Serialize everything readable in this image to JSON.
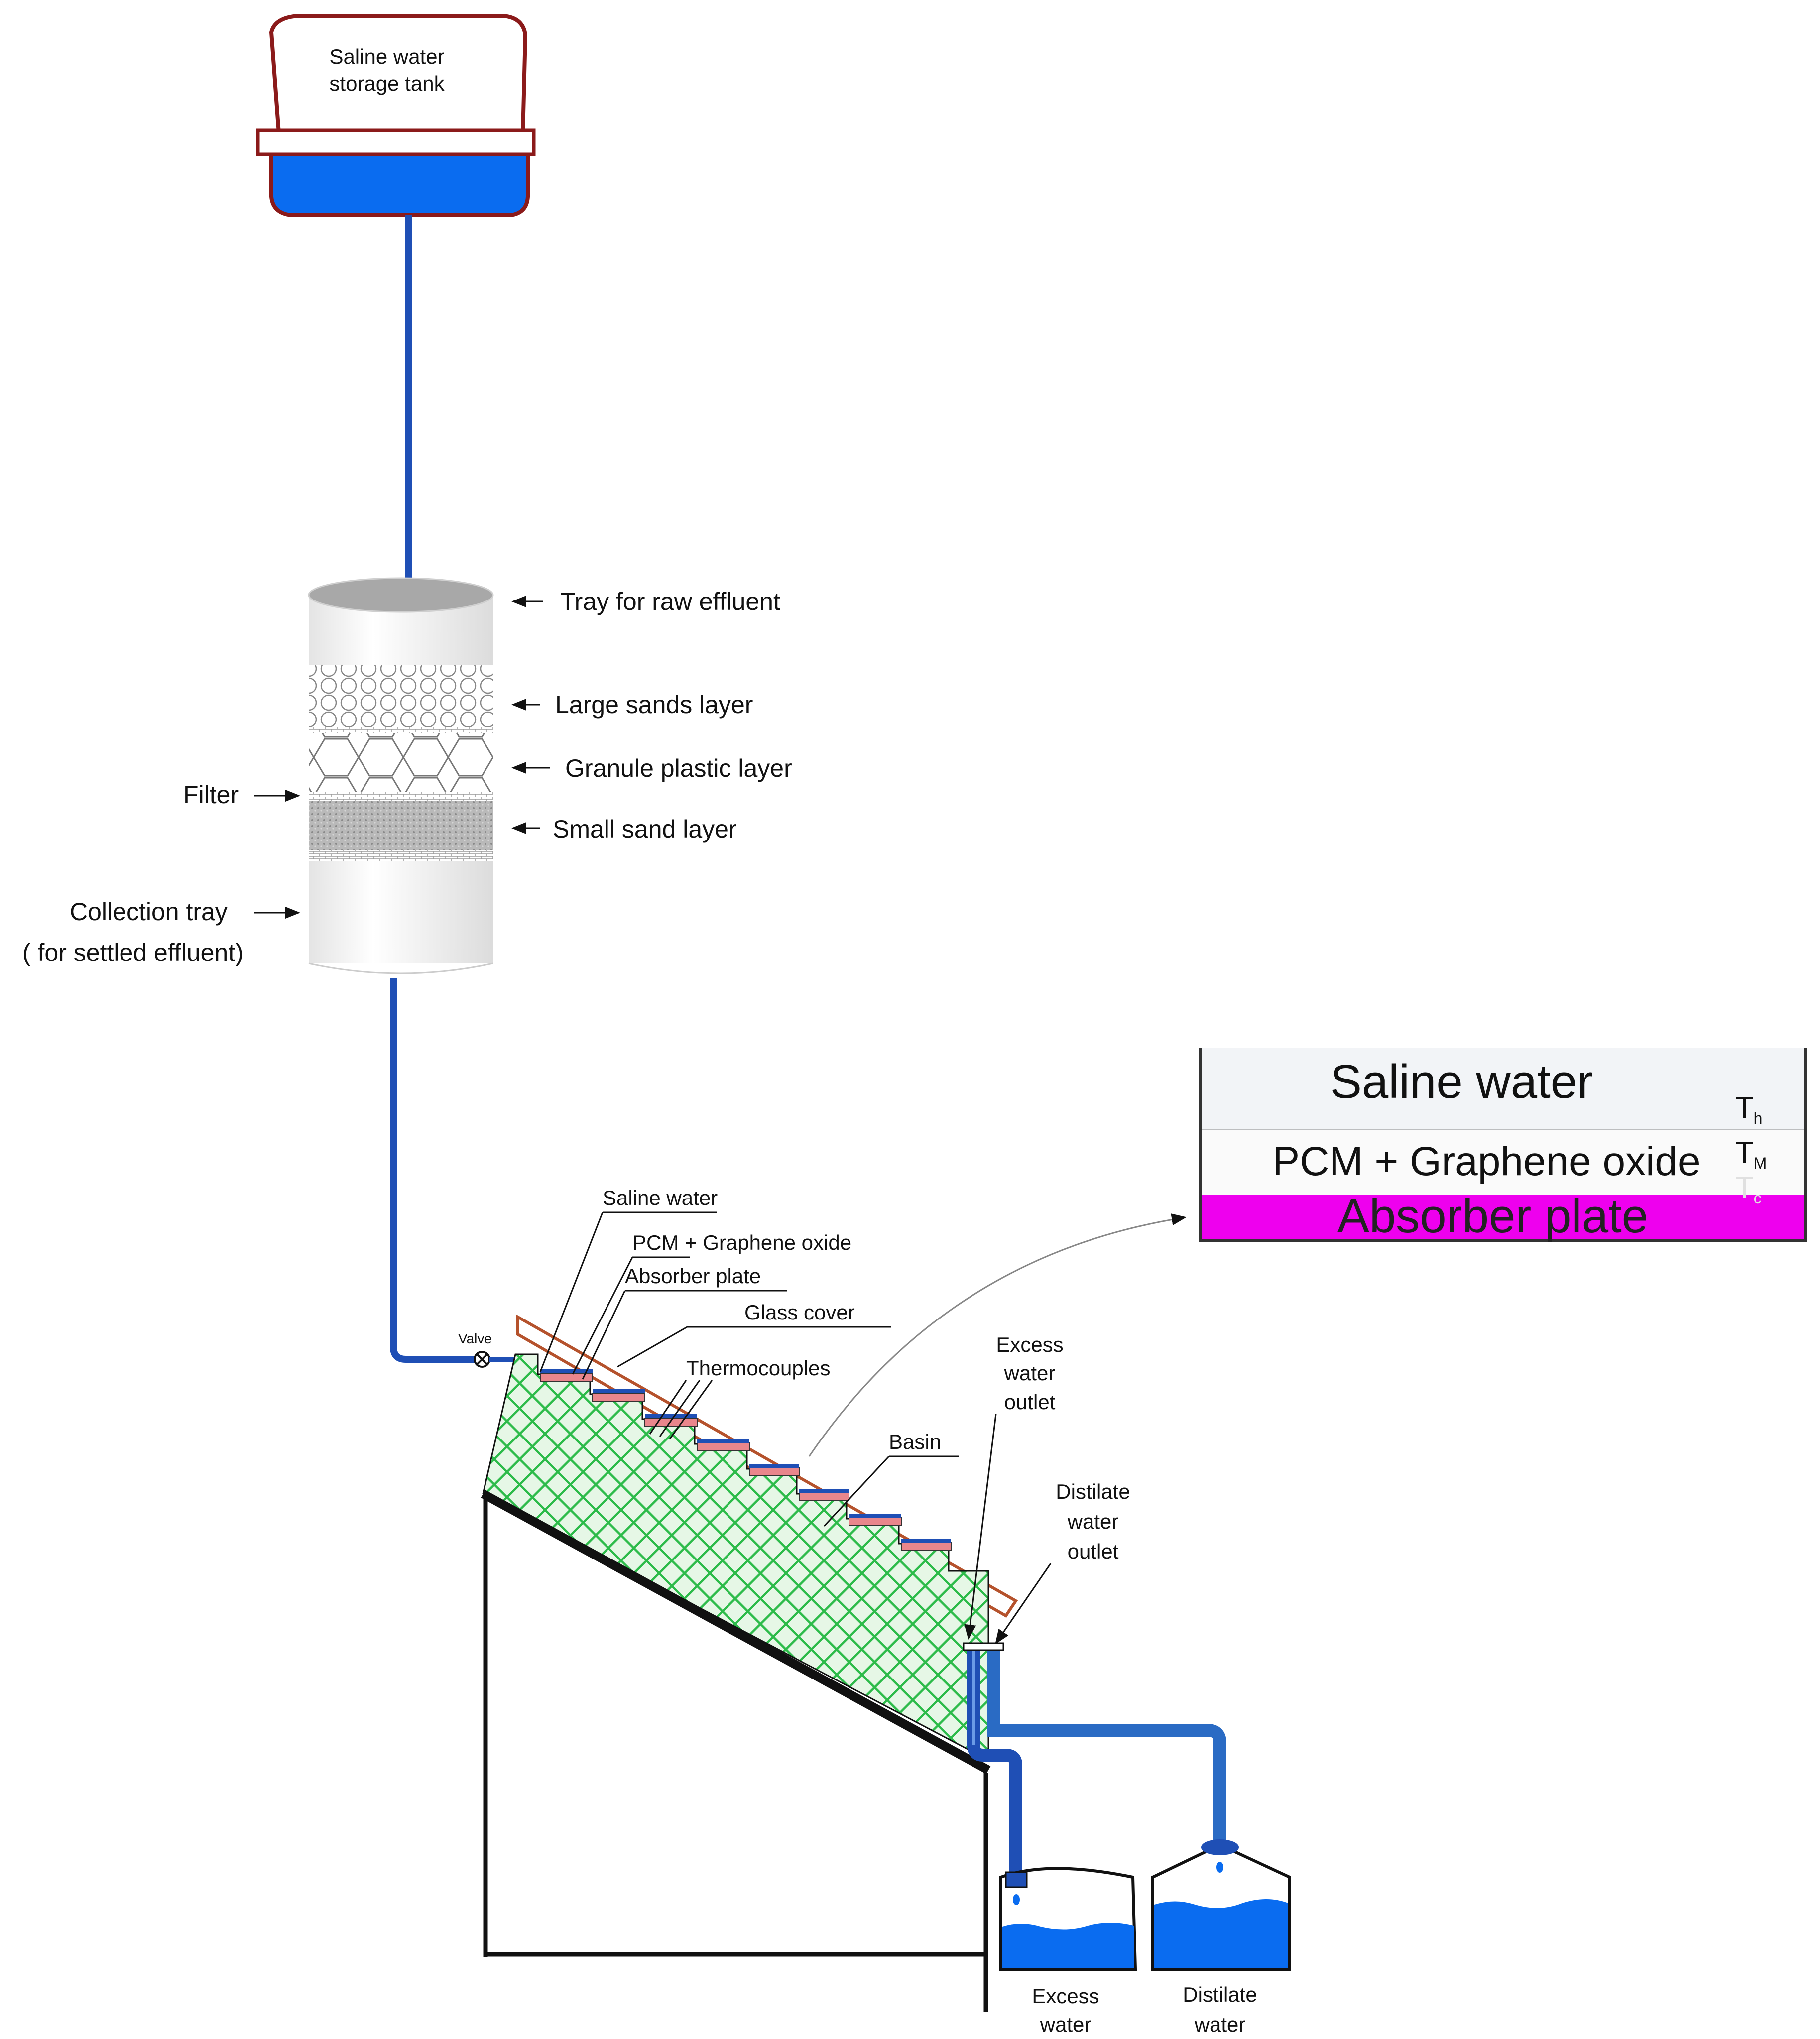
{
  "tank": {
    "label_line1": "Saline water",
    "label_line2": "storage tank"
  },
  "filter": {
    "tray_label": "Tray for raw effluent",
    "large_sands_label": "Large sands layer",
    "granule_plastic_label": "Granule plastic layer",
    "small_sand_label": "Small sand layer",
    "filter_label": "Filter",
    "collection_label_line1": "Collection tray",
    "collection_label_line2": "( for settled effluent)"
  },
  "still": {
    "valve_label": "Valve",
    "saline_water_label": "Saline water",
    "pcm_label": "PCM + Graphene oxide",
    "absorber_label": "Absorber plate",
    "glass_cover_label": "Glass cover",
    "thermocouples_label": "Thermocouples",
    "basin_label": "Basin",
    "excess_outlet_line1": "Excess",
    "excess_outlet_line2": "water",
    "excess_outlet_line3": "outlet",
    "distilate_outlet_line1": "Distilate",
    "distilate_outlet_line2": "water",
    "distilate_outlet_line3": "outlet"
  },
  "inset": {
    "saline_water_label": "Saline water",
    "pcm_label": "PCM + Graphene oxide",
    "absorber_label": "Absorber plate",
    "th_label": "T",
    "th_sub": "h",
    "tm_label": "T",
    "tm_sub": "M",
    "tc_label": "T",
    "tc_sub": "c"
  },
  "containers": {
    "excess_line1": "Excess",
    "excess_line2": "water",
    "distilate_line1": "Distilate",
    "distilate_line2": "water"
  },
  "colors": {
    "water_blue": "#0a6cf0",
    "pipe_blue": "#1f4fb5",
    "pipe_light_blue": "#2a6bc4",
    "tank_outline": "#8b1a1a",
    "mesh_green": "#2dbb4a",
    "mesh_fill": "#e6f7e6",
    "absorber_magenta": "#ee00ee",
    "glass_brown": "#b5522c",
    "pcm_pink": "#e9868c"
  }
}
